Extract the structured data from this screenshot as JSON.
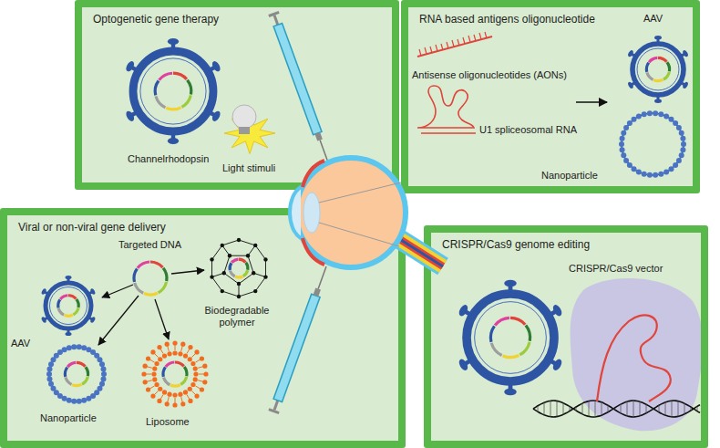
{
  "diagram": {
    "nodes": [
      {
        "text": [
          "Optogenetic gene therapy"
        ]
      },
      {
        "text": [
          "RNA based antigens oligonucleotide"
        ]
      },
      {
        "text": [
          "Viral or non-viral gene delivery"
        ]
      },
      {
        "text": [
          "CRISPR/Cas9 genome editing"
        ]
      }
    ],
    "labels": [
      "Channelrhodopsin",
      "Light stimuli",
      "Antisense oligonucleotides (AONs)",
      "U1 spliceosomal RNA",
      "AAV",
      "Nanoparticle",
      "Targeted DNA",
      "Biodegradable polymer",
      "AAV",
      "Nanoparticle",
      "Liposome",
      "CRISPR/Cas9 vector"
    ]
  }
}
